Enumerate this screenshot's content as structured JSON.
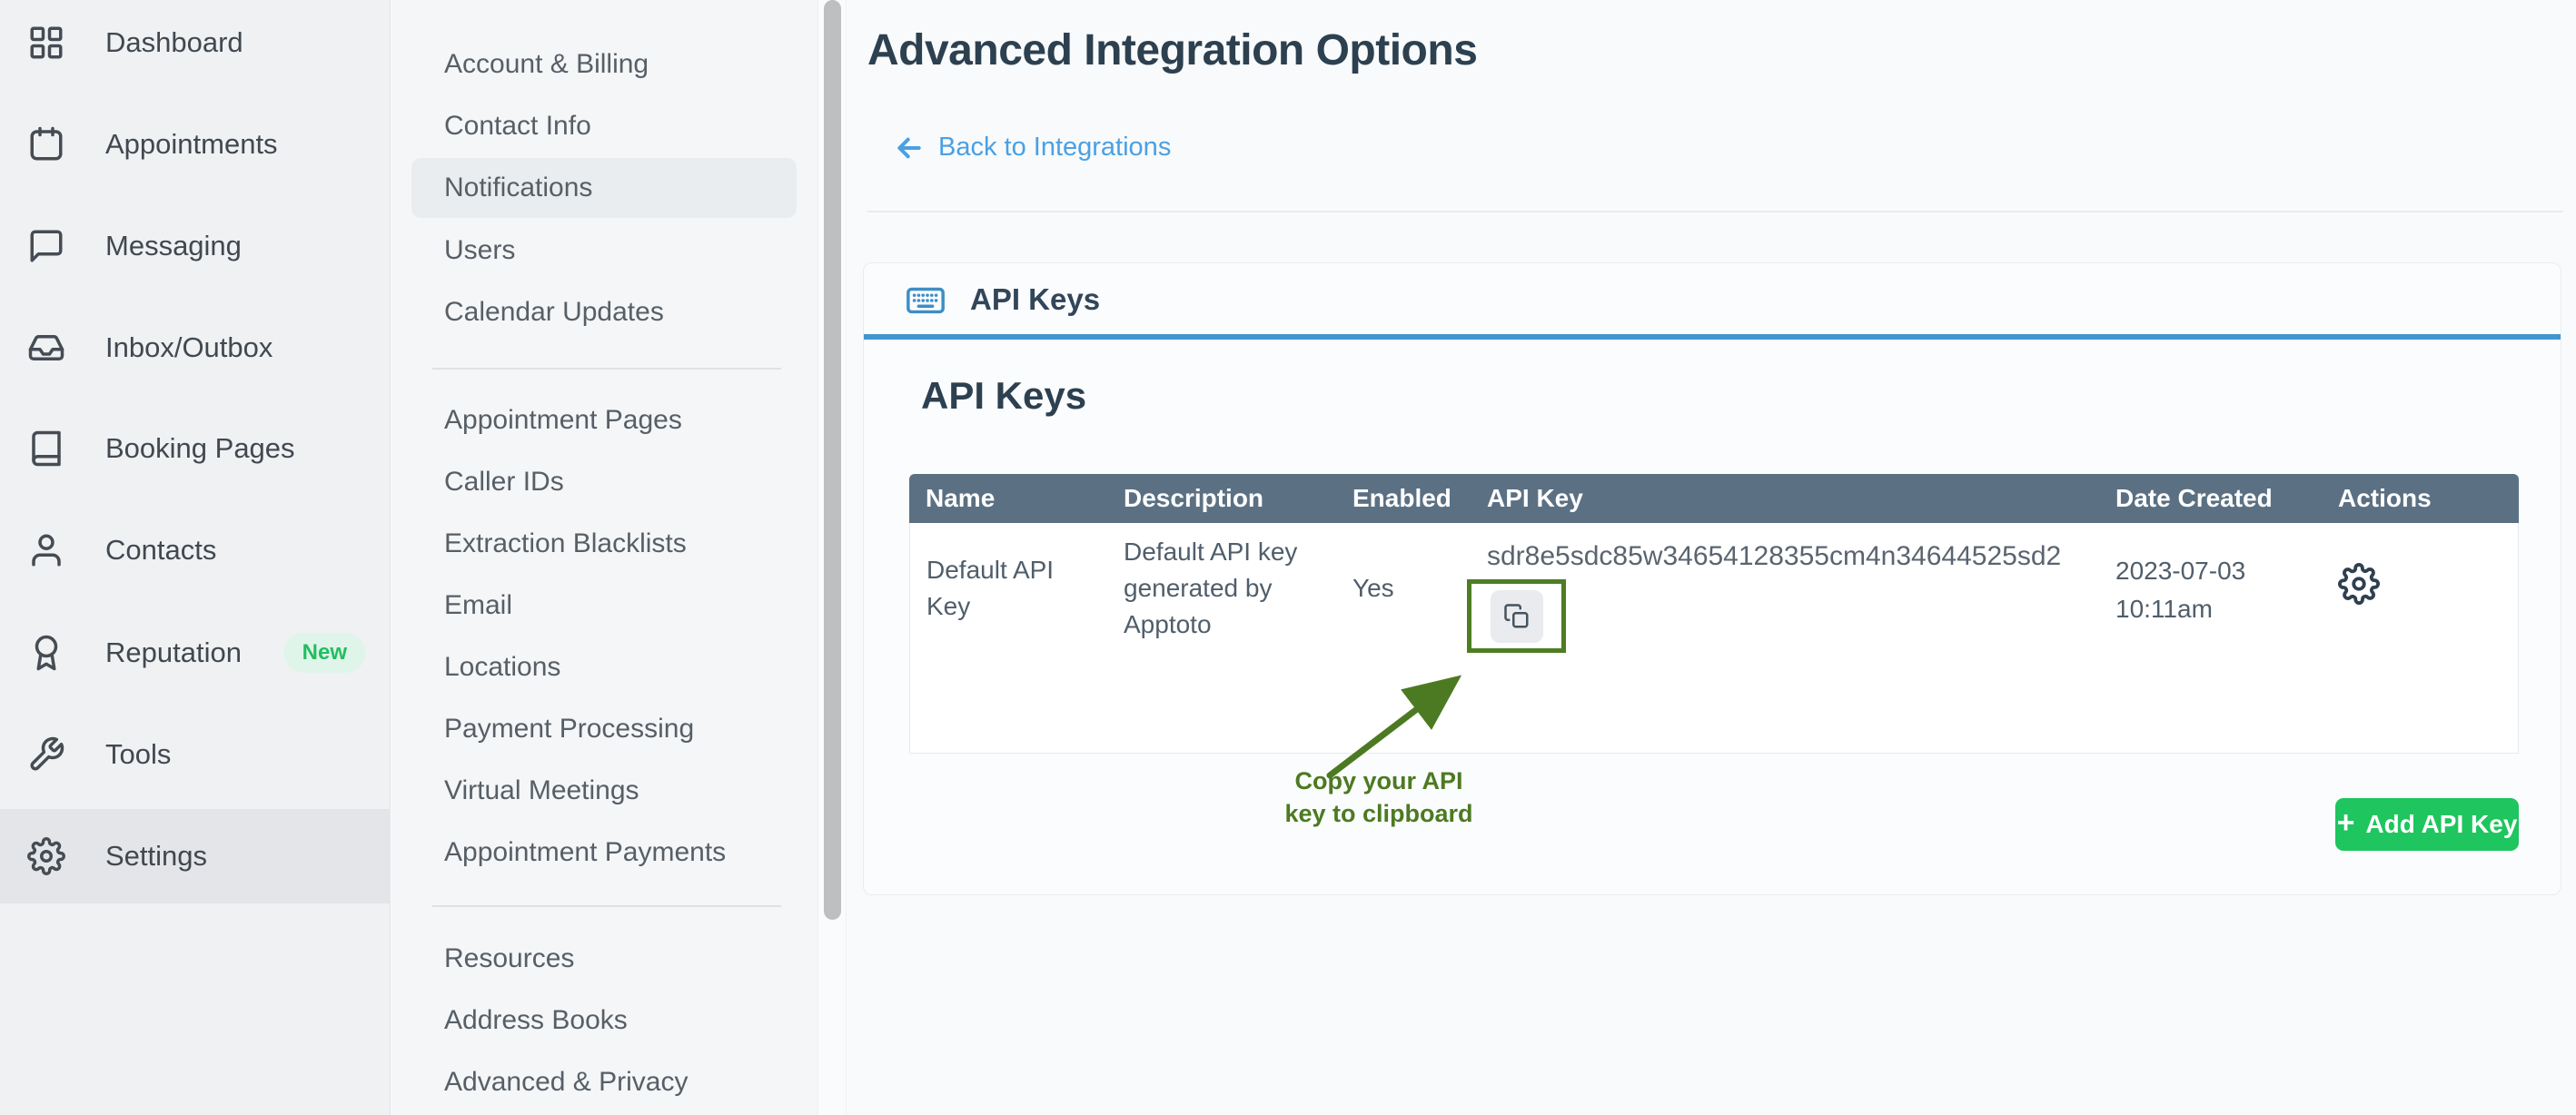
{
  "sidebar": {
    "items": [
      {
        "label": "Dashboard",
        "icon": "grid"
      },
      {
        "label": "Appointments",
        "icon": "calendar"
      },
      {
        "label": "Messaging",
        "icon": "message"
      },
      {
        "label": "Inbox/Outbox",
        "icon": "inbox"
      },
      {
        "label": "Booking Pages",
        "icon": "book"
      },
      {
        "label": "Contacts",
        "icon": "user"
      },
      {
        "label": "Reputation",
        "icon": "award",
        "badge": "New"
      },
      {
        "label": "Tools",
        "icon": "wrench"
      },
      {
        "label": "Settings",
        "icon": "gear",
        "active": true
      }
    ]
  },
  "settings_menu": {
    "active": "Notifications",
    "groups": [
      [
        "Account & Billing",
        "Contact Info",
        "Notifications",
        "Users",
        "Calendar Updates"
      ],
      [
        "Appointment Pages",
        "Caller IDs",
        "Extraction Blacklists",
        "Email",
        "Locations",
        "Payment Processing",
        "Virtual Meetings",
        "Appointment Payments"
      ],
      [
        "Resources",
        "Address Books",
        "Advanced & Privacy"
      ]
    ]
  },
  "main": {
    "title": "Advanced Integration Options",
    "back_label": "Back to Integrations",
    "tab_label": "API Keys",
    "section_title": "API Keys",
    "table": {
      "columns": [
        "Name",
        "Description",
        "Enabled",
        "API Key",
        "Date Created",
        "Actions"
      ],
      "row": {
        "name": "Default API Key",
        "description": "Default API key generated by Apptoto",
        "enabled": "Yes",
        "api_key": "sdr8e5sdc85w34654128355cm4n34644525sd2",
        "date_created": "2023-07-03 10:11am"
      }
    },
    "annotation": {
      "line1": "Copy your API",
      "line2": "key to clipboard"
    },
    "add_button": {
      "plus": "+",
      "label": "Add API Key"
    }
  },
  "icons": {
    "tab_icon": "keyboard-icon",
    "copy_icon": "copy-icon",
    "actions_icon": "gear-icon",
    "back_icon": "arrow-left-icon"
  },
  "colors": {
    "accent_blue": "#4295cf",
    "link_blue": "#4aa0e4",
    "tab_icon_blue": "#3d8ec6",
    "table_header_slate": "#5b7183",
    "add_button_green": "#1fc55e",
    "badge_green": "#23bd61",
    "annotation_green": "#4c7a22",
    "title_navy": "#2d4050"
  }
}
